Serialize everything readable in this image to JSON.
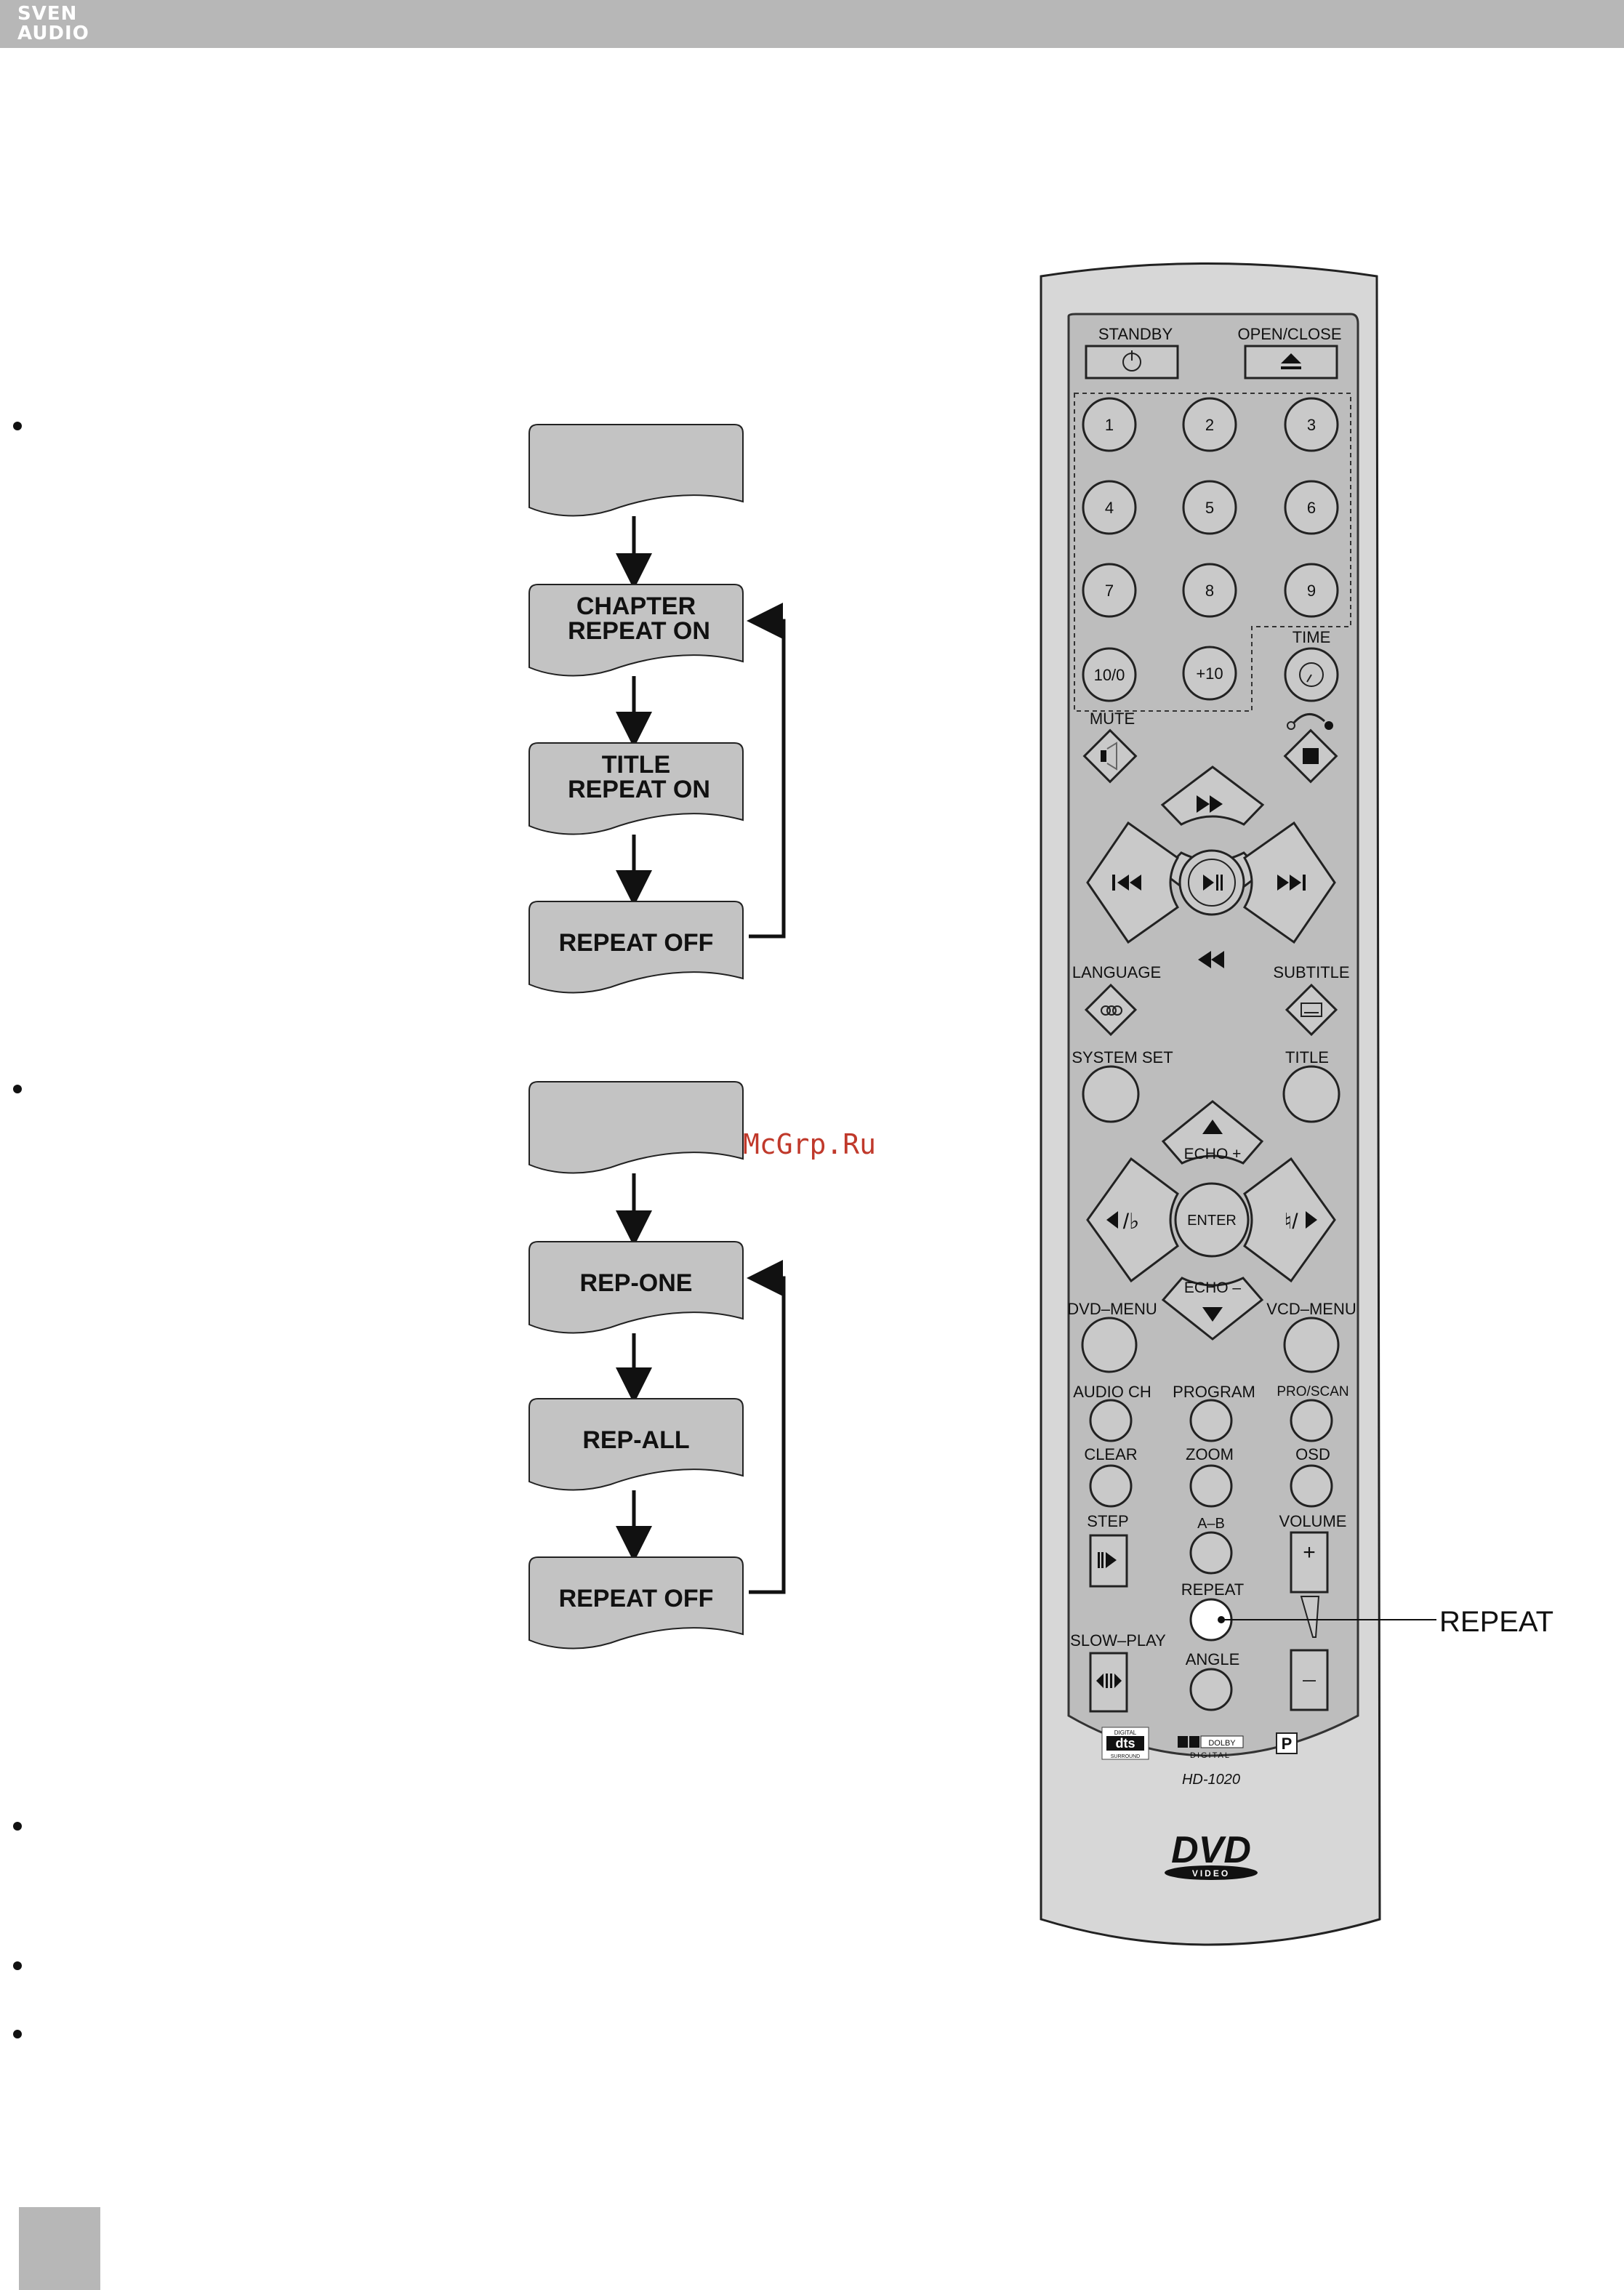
{
  "header": {
    "brand_line1": "SVEN",
    "brand_line2": "AUDIO"
  },
  "watermark": "McGrp.Ru",
  "flowchart_dvd": {
    "steps": [
      "",
      "CHAPTER\nREPEAT ON",
      "TITLE\nREPEAT ON",
      "REPEAT OFF"
    ]
  },
  "flowchart_vcd": {
    "steps": [
      "",
      "REP-ONE",
      "REP-ALL",
      "REPEAT OFF"
    ]
  },
  "remote": {
    "standby": "STANDBY",
    "open_close": "OPEN/CLOSE",
    "digits": [
      "1",
      "2",
      "3",
      "4",
      "5",
      "6",
      "7",
      "8",
      "9"
    ],
    "ten": "10/0",
    "plus_ten": "+10",
    "time": "TIME",
    "mute": "MUTE",
    "language": "LANGUAGE",
    "subtitle": "SUBTITLE",
    "system_set": "SYSTEM SET",
    "title": "TITLE",
    "echo_plus": "ECHO +",
    "echo_minus": "ECHO –",
    "enter": "ENTER",
    "dvd_menu": "DVD–MENU",
    "vcd_menu": "VCD–MENU",
    "audio_ch": "AUDIO CH",
    "program": "PROGRAM",
    "pro_scan": "PRO/SCAN",
    "clear": "CLEAR",
    "zoom": "ZOOM",
    "osd": "OSD",
    "step": "STEP",
    "a_b": "A–B",
    "volume": "VOLUME",
    "repeat": "REPEAT",
    "slow_play": "SLOW–PLAY",
    "angle": "ANGLE",
    "model": "HD-1020",
    "logo_dts_top": "DIGITAL",
    "logo_dts": "dts",
    "logo_dts_bottom": "SURROUND",
    "logo_dolby": "DOLBY",
    "logo_dolby_bottom": "DIGITAL",
    "logo_dvd": "DVD",
    "logo_dvd_video": "VIDEO"
  },
  "callout": {
    "repeat_label": "REPEAT"
  }
}
